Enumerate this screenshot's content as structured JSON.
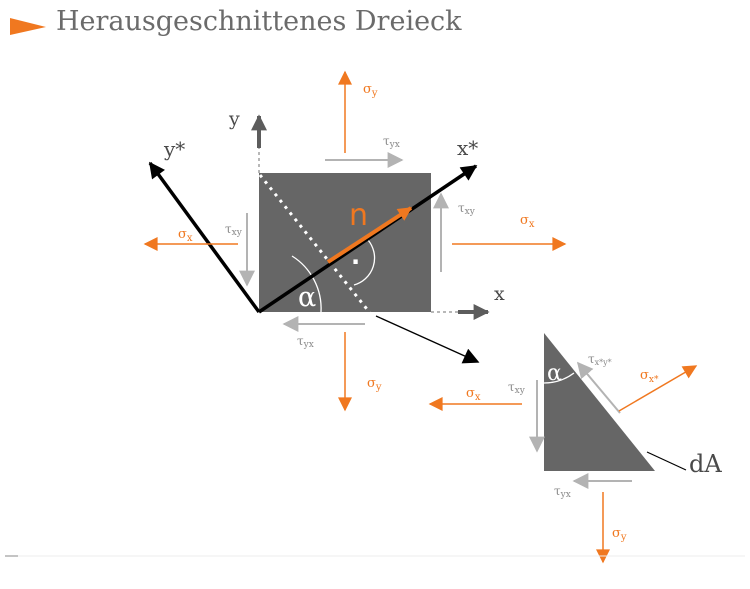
{
  "title": "Herausgeschnittenes Dreieck",
  "labels": {
    "sigma_y": "σ",
    "sigma_x": "σ",
    "sub_y": "y",
    "sub_x": "x",
    "tau": "τ",
    "sub_yx": "yx",
    "sub_xy": "xy",
    "sub_xsys": "x*y*",
    "sub_xs": "x*",
    "axis_y": "y",
    "axis_x": "x",
    "axis_ystar": "y*",
    "axis_xstar": "x*",
    "normal": "n",
    "alpha": "α",
    "right_angle_dot": "·",
    "area": "dA"
  },
  "colors": {
    "accent": "#f07820",
    "element": "#666666",
    "shear": "#b3b3b3",
    "axis": "#5c5c5c",
    "text": "#6b6b6b"
  }
}
